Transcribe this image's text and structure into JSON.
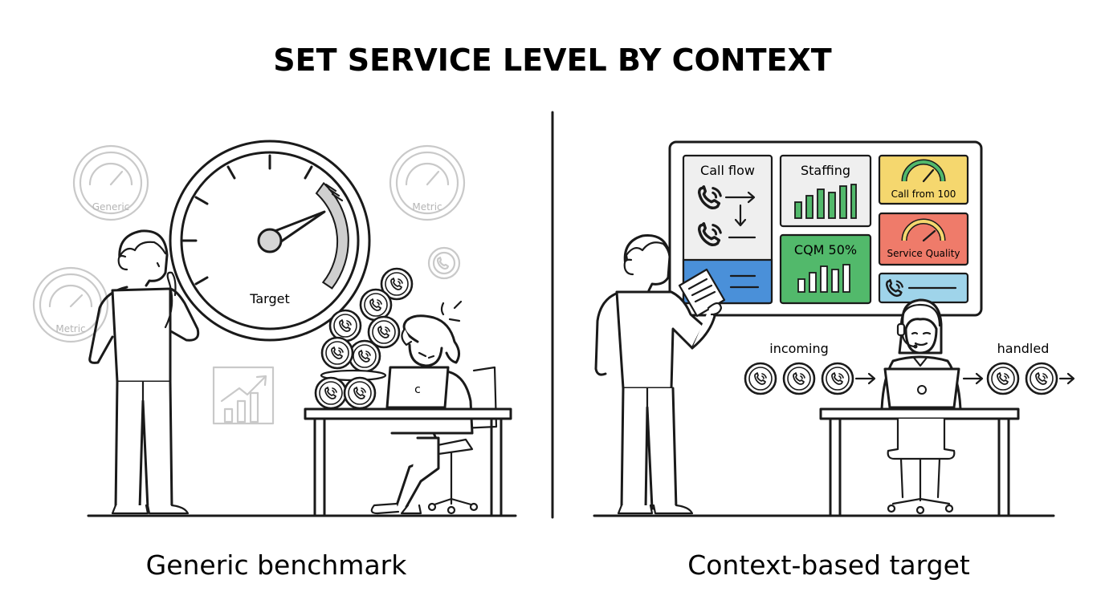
{
  "title": "SET SERVICE LEVEL BY CONTEXT",
  "left_panel": {
    "caption": "Generic benchmark",
    "main_gauge_label": "Target",
    "faint_gauges": [
      "Generic",
      "Metric",
      "Metric"
    ]
  },
  "right_panel": {
    "caption": "Context-based target",
    "dashboard": {
      "call_flow": "Call flow",
      "staffing": "Staffing",
      "call_from": "Call from 100",
      "cqm": "CQM 50%",
      "service_quality": "Service Quality"
    },
    "incoming_label": "incoming",
    "handled_label": "handled"
  },
  "colors": {
    "dashboard_blue": "#4a90d9",
    "dashboard_green": "#52b96b",
    "dashboard_yellow": "#f5d76e",
    "dashboard_red": "#ef7b6a",
    "dashboard_lightblue": "#9fd4ea",
    "tile_gray": "#efefef",
    "gauge_arc_gray": "#cfcfcf"
  }
}
